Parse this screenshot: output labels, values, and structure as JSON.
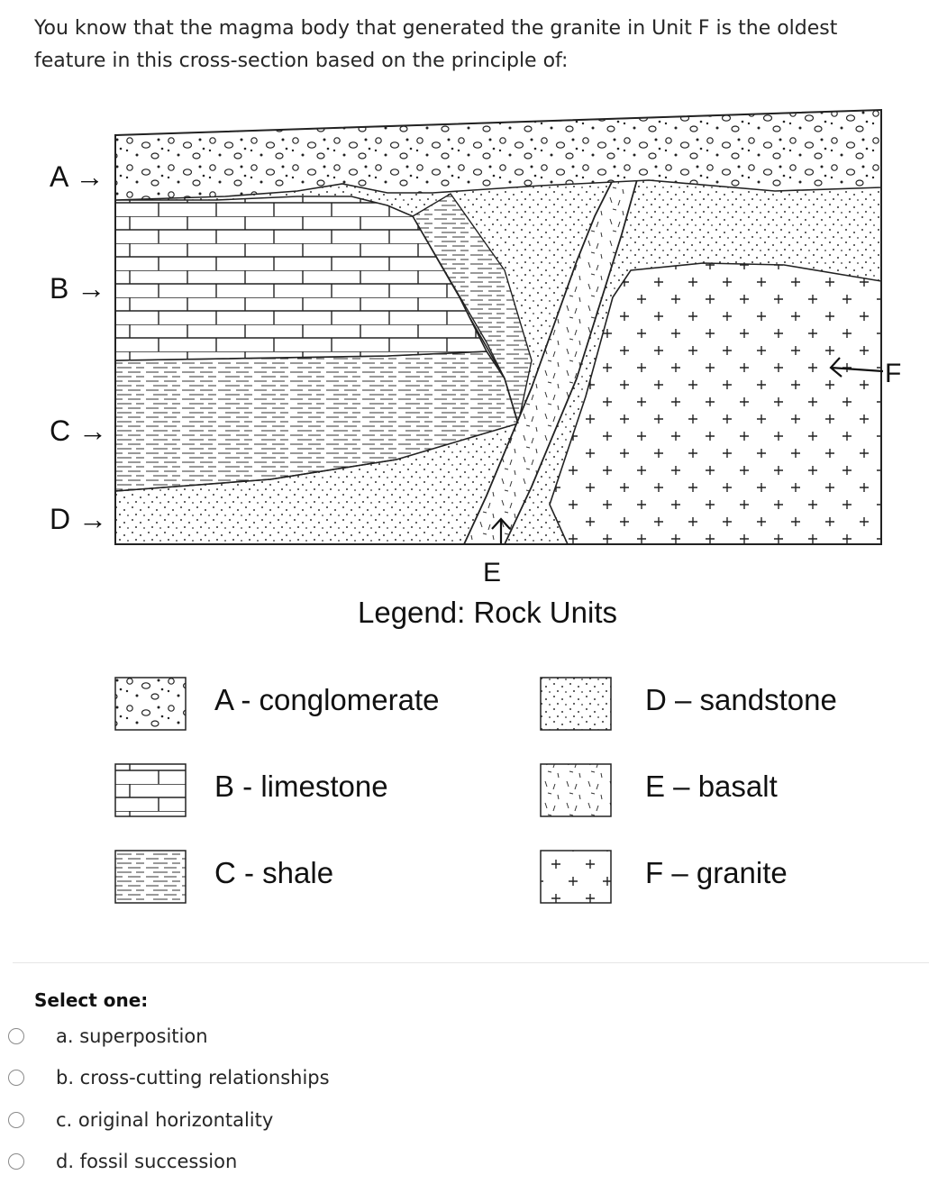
{
  "question": {
    "text": "You know that the magma body that generated the granite in Unit F is the oldest feature in this cross-section based on the principle of:"
  },
  "figure": {
    "unit_arrows": [
      {
        "label": "A →"
      },
      {
        "label": "B →"
      },
      {
        "label": "C →"
      },
      {
        "label": "D →"
      }
    ],
    "label_e": "E",
    "label_f": "F",
    "legend_title": "Legend: Rock Units",
    "legend": [
      {
        "name": "A - conglomerate",
        "pattern": "conglomerate"
      },
      {
        "name": "B - limestone",
        "pattern": "limestone"
      },
      {
        "name": "C - shale",
        "pattern": "shale"
      },
      {
        "name": "D – sandstone",
        "pattern": "sandstone"
      },
      {
        "name": "E – basalt",
        "pattern": "basalt"
      },
      {
        "name": "F – granite",
        "pattern": "granite"
      }
    ]
  },
  "select_label": "Select one:",
  "options": [
    {
      "label": "a. superposition",
      "selected": false
    },
    {
      "label": "b. cross-cutting relationships",
      "selected": false
    },
    {
      "label": "c. original horizontality",
      "selected": false
    },
    {
      "label": "d. fossil succession",
      "selected": false
    }
  ]
}
